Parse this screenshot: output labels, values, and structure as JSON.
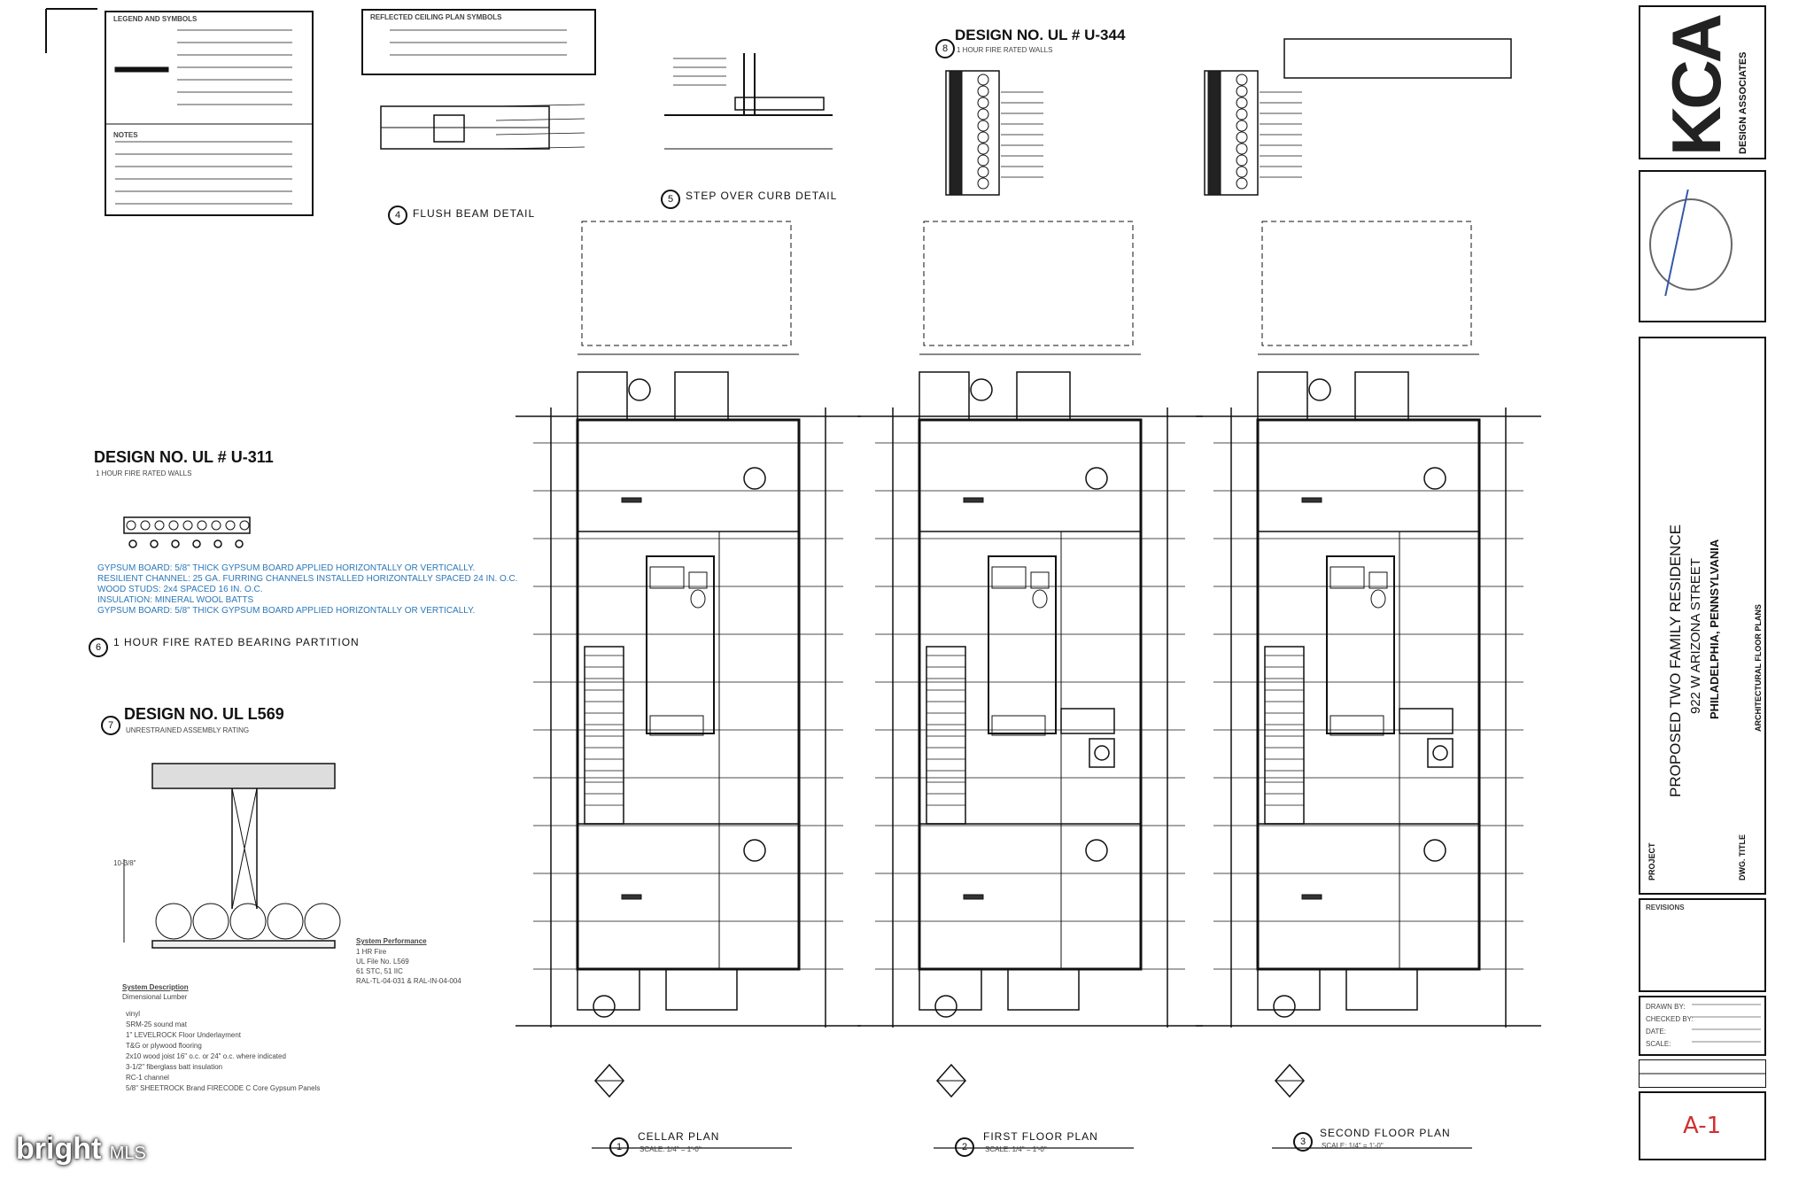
{
  "details": {
    "legend_title": "LEGEND AND SYMBOLS",
    "notes_title": "NOTES",
    "ceiling_legend_title": "REFLECTED CEILING PLAN SYMBOLS",
    "flush_beam": {
      "number": "4",
      "title": "FLUSH BEAM DETAIL"
    },
    "step_curb": {
      "number": "5",
      "title": "STEP OVER CURB DETAIL"
    },
    "u344": {
      "number": "8",
      "title": "DESIGN NO. UL # U-344",
      "sub": "1 HOUR FIRE RATED WALLS"
    },
    "u311": {
      "title": "DESIGN NO. UL # U-311",
      "sub": "1 HOUR FIRE RATED WALLS"
    },
    "partition": {
      "number": "6",
      "title": "1 HOUR FIRE RATED BEARING PARTITION"
    },
    "l569": {
      "number": "7",
      "title": "DESIGN NO. UL L569",
      "sub": "UNRESTRAINED ASSEMBLY RATING",
      "height_label": "10-3/8\""
    },
    "blue_notes": [
      "GYPSUM BOARD: 5/8\" THICK GYPSUM BOARD APPLIED HORIZONTALLY OR VERTICALLY.",
      "RESILIENT CHANNEL: 25 GA. FURRING CHANNELS INSTALLED HORIZONTALLY SPACED 24 IN. O.C.",
      "WOOD STUDS: 2x4 SPACED 16 IN. O.C.",
      "INSULATION: MINERAL WOOL BATTS",
      "GYPSUM BOARD: 5/8\" THICK GYPSUM BOARD APPLIED HORIZONTALLY OR VERTICALLY."
    ],
    "system_performance": {
      "title": "System Performance",
      "lines": [
        "1 HR Fire",
        "UL File No. L569",
        "61 STC, 51 IIC",
        "RAL-TL-04-031 & RAL-IN-04-004"
      ]
    },
    "system_description": {
      "title": "System Description",
      "subtitle": "Dimensional Lumber",
      "lines": [
        "vinyl",
        "SRM-25 sound mat",
        "1\" LEVELROCK Floor Underlayment",
        "T&G or plywood flooring",
        "2x10 wood joist 16\" o.c. or 24\" o.c. where indicated",
        "3-1/2\" fiberglass batt insulation",
        "RC-1 channel",
        "5/8\" SHEETROCK Brand FIRECODE C Core Gypsum Panels"
      ]
    }
  },
  "plans": [
    {
      "number": "1",
      "title": "CELLAR PLAN",
      "scale": "SCALE: 1/4\" = 1'-0\""
    },
    {
      "number": "2",
      "title": "FIRST FLOOR PLAN",
      "scale": "SCALE: 1/4\" = 1'-0\""
    },
    {
      "number": "3",
      "title": "SECOND FLOOR PLAN",
      "scale": "SCALE: 1/4\" = 1'-0\""
    }
  ],
  "title_block": {
    "firm_logo": "KCA",
    "firm_name": "DESIGN ASSOCIATES",
    "project_label": "PROJECT",
    "project_line1": "PROPOSED TWO FAMILY RESIDENCE",
    "project_line2": "922 W ARIZONA STREET",
    "project_line3": "PHILADELPHIA, PENNSYLVANIA",
    "dwg_title_label": "DWG. TITLE",
    "dwg_title": "ARCHITECTURAL FLOOR PLANS",
    "revisions_label": "REVISIONS",
    "drawn_by": "DRAWN BY:",
    "checked_by": "CHECKED BY:",
    "date": "DATE:",
    "scale": "SCALE:",
    "sheet_number": "A-1"
  },
  "watermark": {
    "brand": "bright",
    "suffix": "MLS"
  }
}
